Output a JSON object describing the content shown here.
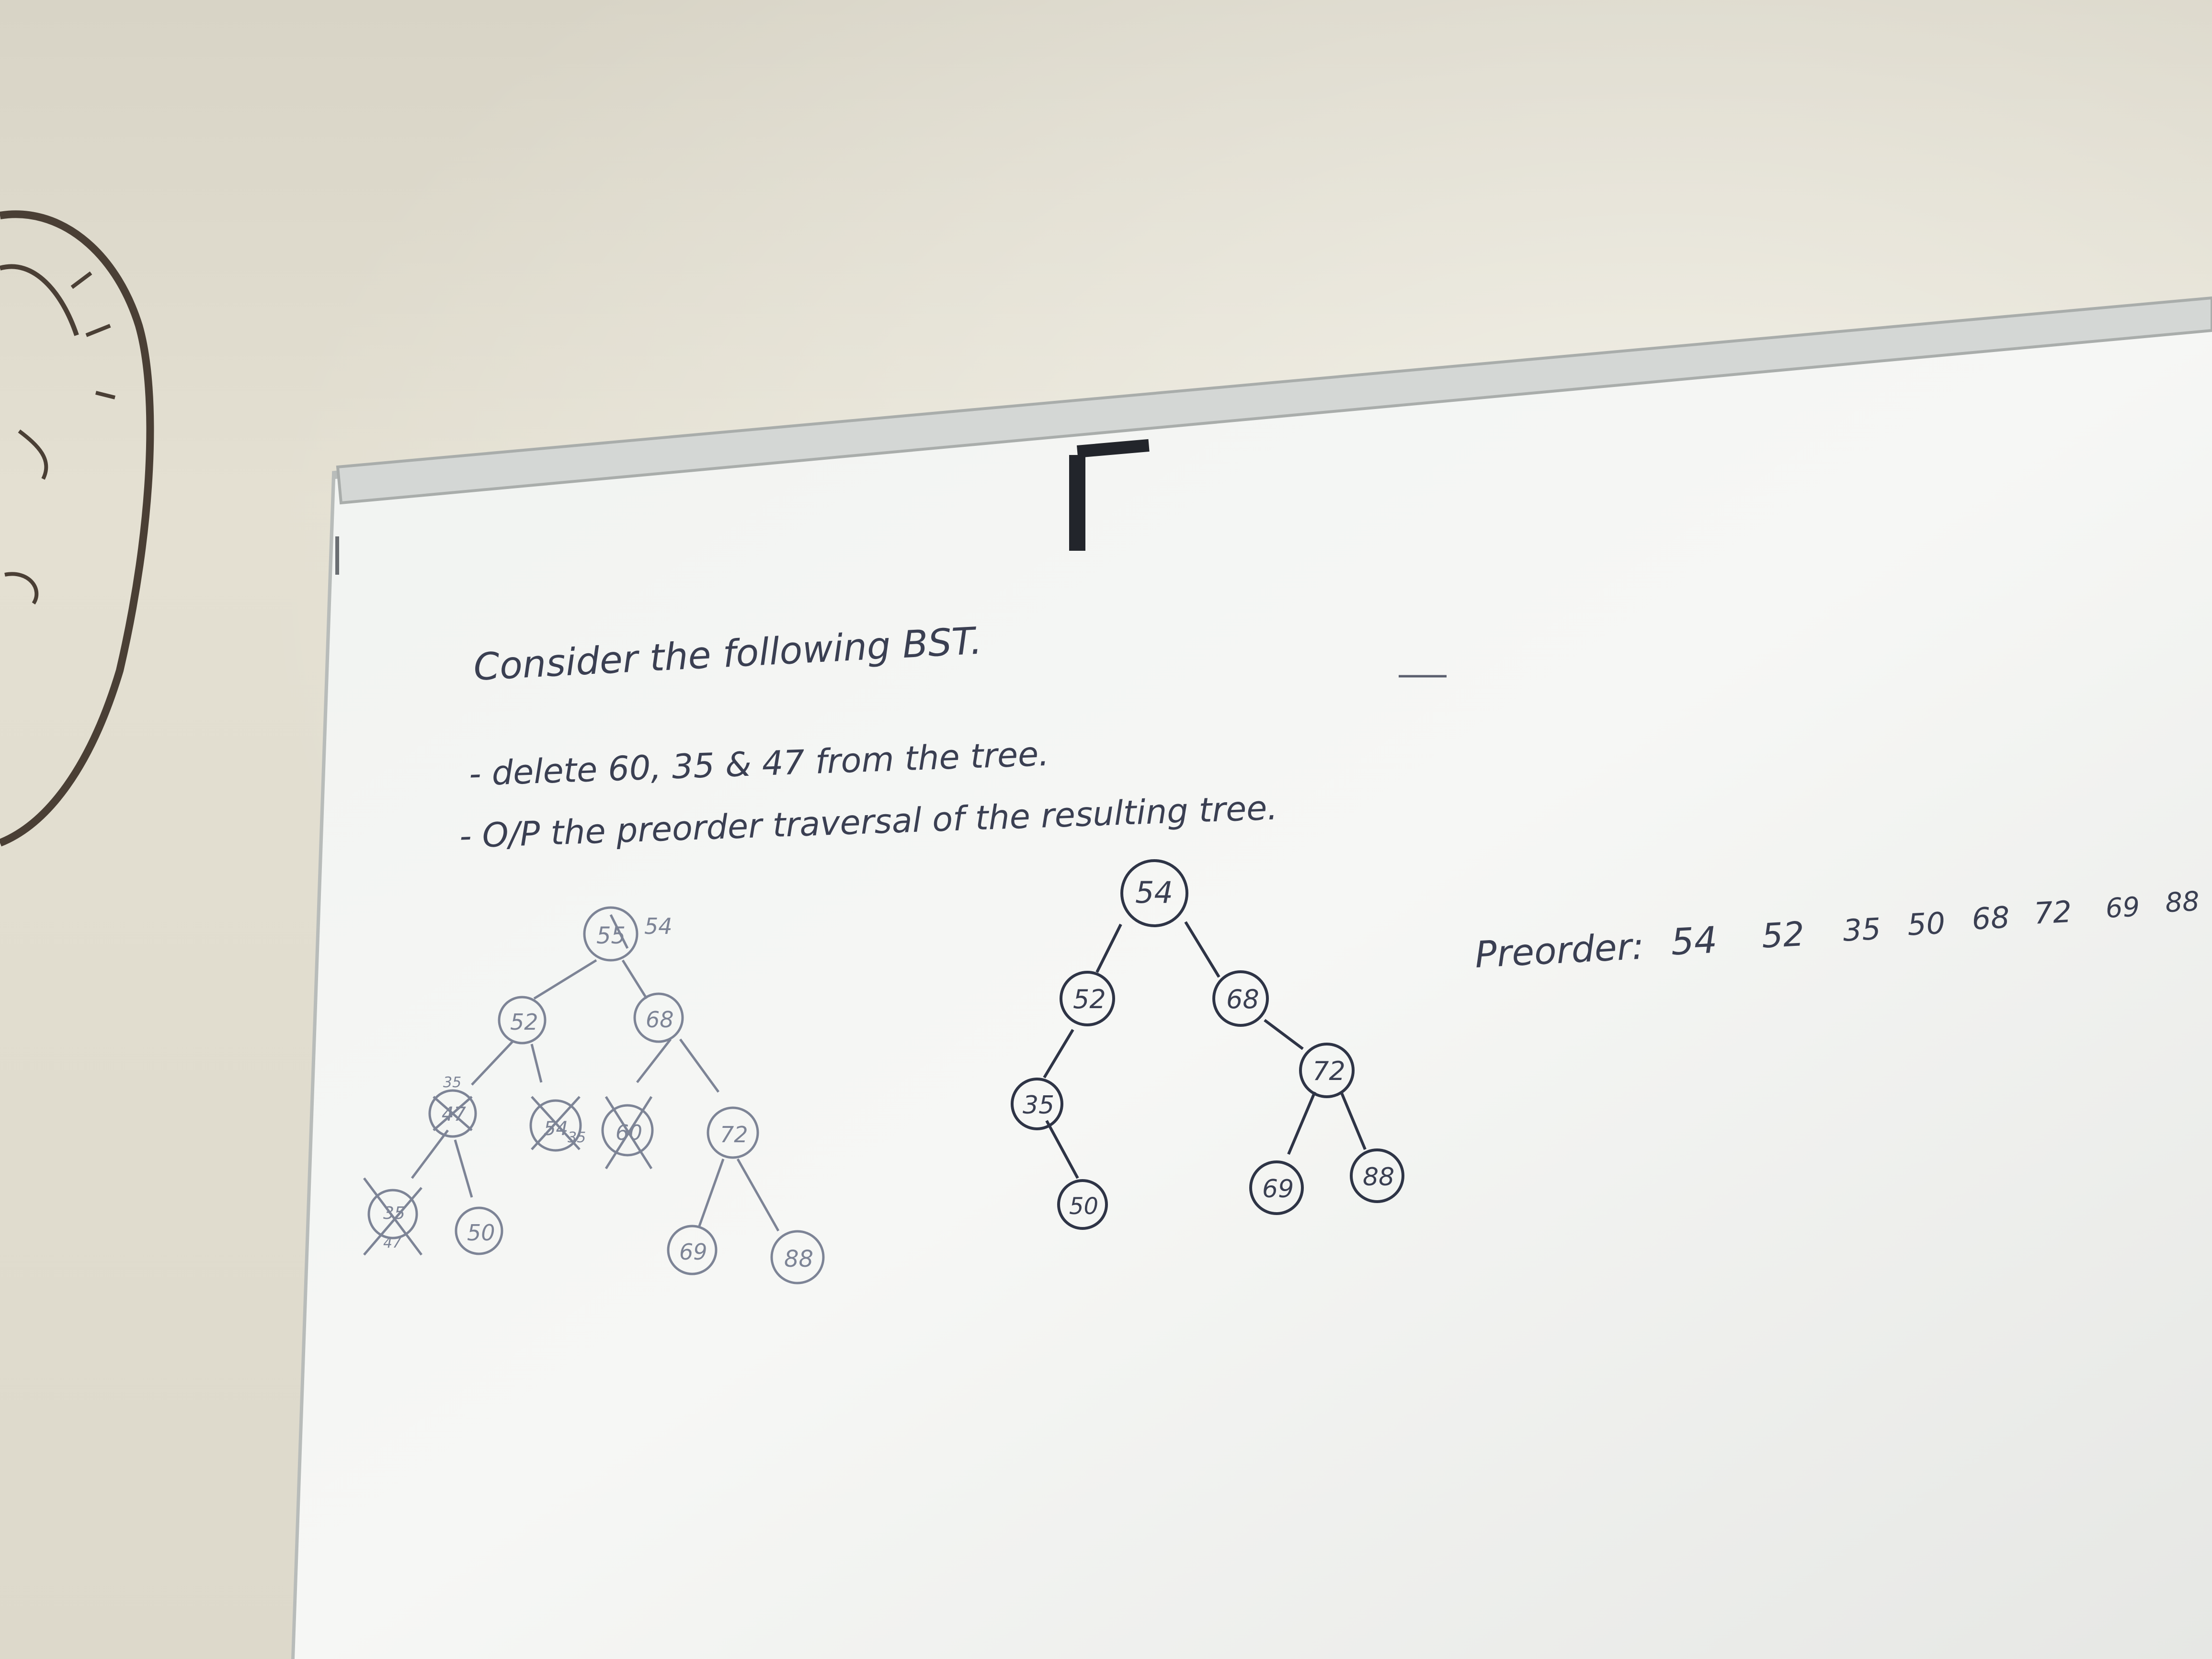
{
  "whiteboard": {
    "prompt": {
      "line1": "Consider the following BST.",
      "line2": "- delete 60, 35 & 47 from the tree.",
      "line3": "- O/P the preorder traversal of the resulting tree."
    },
    "original_tree": {
      "nodes": [
        {
          "id": "root",
          "label": "55",
          "note": "54",
          "crossed": true
        },
        {
          "id": "l",
          "label": "52",
          "crossed": false
        },
        {
          "id": "r",
          "label": "68",
          "crossed": false
        },
        {
          "id": "ll",
          "label": "47",
          "note": "35",
          "crossed": true
        },
        {
          "id": "lr",
          "label": "54",
          "note": "35",
          "crossed": true
        },
        {
          "id": "rl",
          "label": "60",
          "crossed": true
        },
        {
          "id": "rr",
          "label": "72",
          "crossed": false
        },
        {
          "id": "lll",
          "label": "35",
          "note": "47",
          "crossed": true
        },
        {
          "id": "llr",
          "label": "50",
          "crossed": false
        },
        {
          "id": "rrl",
          "label": "69",
          "crossed": false
        },
        {
          "id": "rrr",
          "label": "88",
          "crossed": false
        }
      ]
    },
    "result_tree": {
      "nodes": [
        {
          "id": "root",
          "label": "54"
        },
        {
          "id": "l",
          "label": "52"
        },
        {
          "id": "r",
          "label": "68"
        },
        {
          "id": "ll",
          "label": "35"
        },
        {
          "id": "llr",
          "label": "50"
        },
        {
          "id": "rr",
          "label": "72"
        },
        {
          "id": "rrl",
          "label": "69"
        },
        {
          "id": "rrr",
          "label": "88"
        }
      ]
    },
    "preorder": {
      "label": "Preorder:",
      "values": [
        "54",
        "52",
        "35",
        "50",
        "68",
        "72",
        "69",
        "88"
      ]
    }
  },
  "colors": {
    "wall": "#e4e0d2",
    "board": "#f4f5f2",
    "frame": "#c9ccc9",
    "ink_dark": "#2e3446",
    "ink_faint": "#7d8496",
    "wall_art": "#4a3f35"
  }
}
